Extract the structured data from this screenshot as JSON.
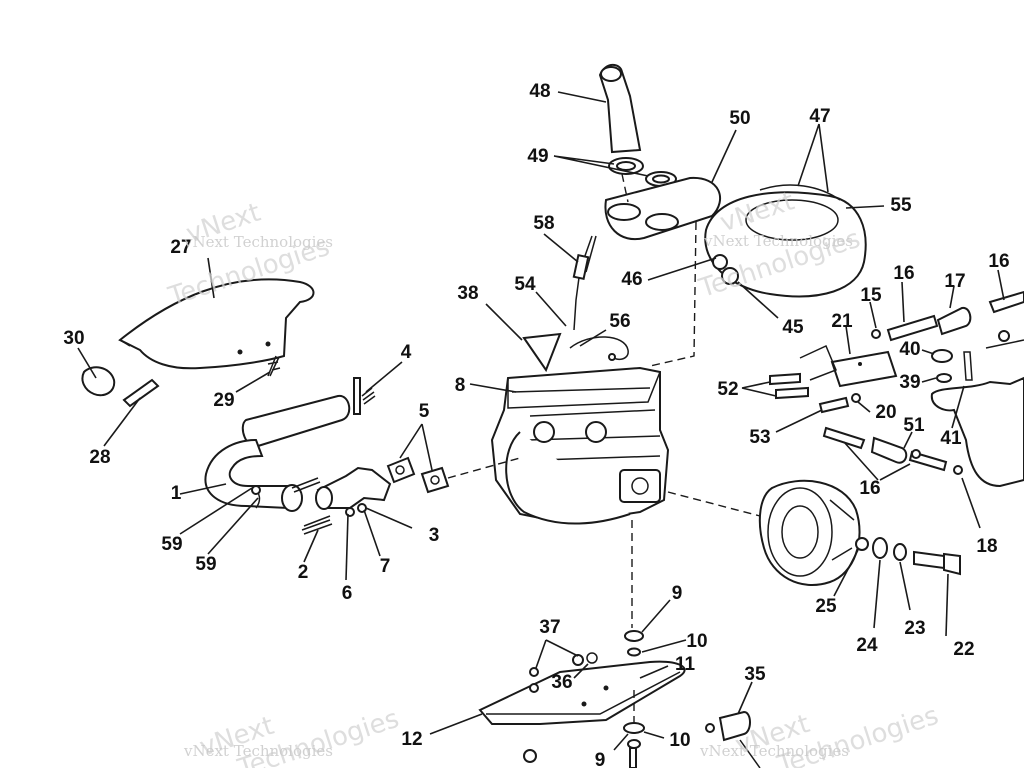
{
  "diagram": {
    "type": "exploded-parts-view",
    "callouts": [
      "1",
      "2",
      "3",
      "4",
      "5",
      "6",
      "7",
      "8",
      "9",
      "10",
      "11",
      "12",
      "15",
      "16",
      "17",
      "18",
      "20",
      "21",
      "22",
      "23",
      "24",
      "25",
      "27",
      "28",
      "29",
      "30",
      "35",
      "36",
      "37",
      "38",
      "39",
      "40",
      "41",
      "45",
      "46",
      "47",
      "48",
      "49",
      "50",
      "51",
      "52",
      "53",
      "54",
      "55",
      "56",
      "58",
      "59"
    ],
    "watermark": {
      "line1": "vNext",
      "line2": "Technologies",
      "full": "vNext Technologies"
    },
    "colors": {
      "ink": "#1a1a1a",
      "watermark": "#c9c9c9",
      "background": "#ffffff"
    }
  }
}
